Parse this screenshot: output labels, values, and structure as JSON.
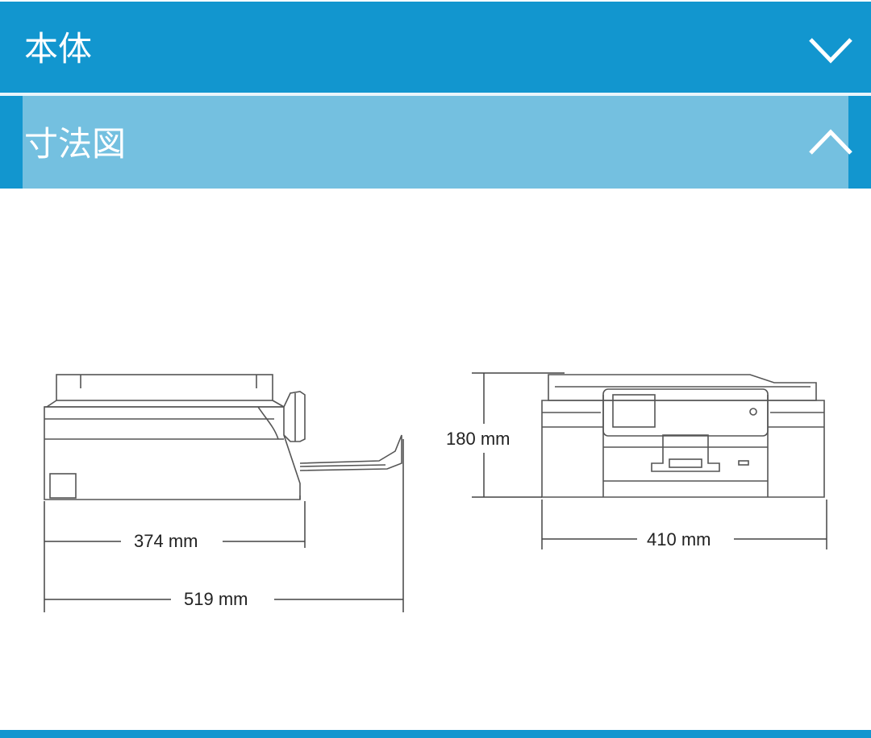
{
  "accordion": {
    "main_title": "本体",
    "sub_title": "寸法図"
  },
  "dimensions": {
    "side_depth": "374 mm",
    "side_depth_extended": "519 mm",
    "height": "180 mm",
    "width": "410 mm"
  },
  "colors": {
    "header": "#1296cf",
    "header_sub": "#74c0e0"
  }
}
